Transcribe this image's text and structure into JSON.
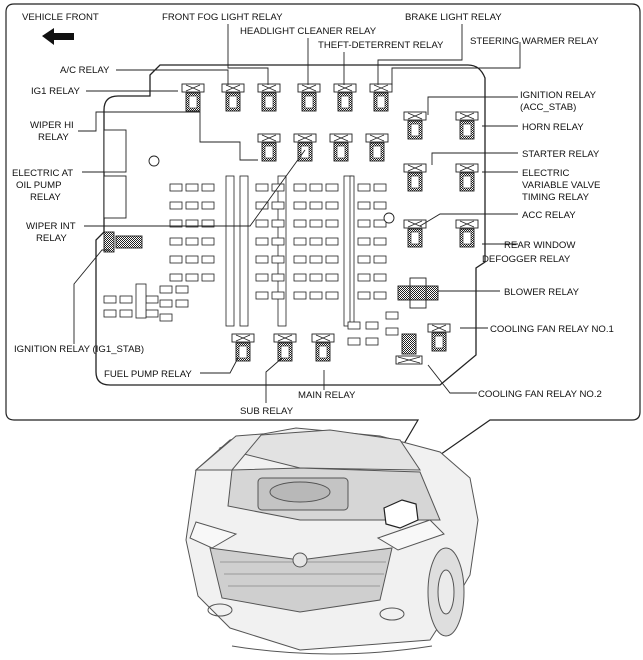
{
  "orientation": {
    "label": "VEHICLE FRONT",
    "arrow_icon": "left-arrow-icon"
  },
  "labels": {
    "front_fog": "FRONT FOG LIGHT RELAY",
    "headlight_cleaner": "HEADLIGHT CLEANER RELAY",
    "brake_light": "BRAKE LIGHT RELAY",
    "theft_deterrent": "THEFT-DETERRENT RELAY",
    "steering_warmer": "STEERING WARMER RELAY",
    "ac": "A/C RELAY",
    "ig1": "IG1 RELAY",
    "ignition_acc_l1": "IGNITION RELAY",
    "ignition_acc_l2": "(ACC_STAB)",
    "wiper_hi_l1": "WIPER HI",
    "wiper_hi_l2": "RELAY",
    "horn": "HORN RELAY",
    "starter": "STARTER RELAY",
    "electric_at_l1": "ELECTRIC AT",
    "electric_at_l2": "OIL PUMP",
    "electric_at_l3": "RELAY",
    "evvt_l1": "ELECTRIC",
    "evvt_l2": "VARIABLE VALVE",
    "evvt_l3": "TIMING RELAY",
    "acc": "ACC RELAY",
    "wiper_int_l1": "WIPER INT",
    "wiper_int_l2": "RELAY",
    "rear_defogger_l1": "REAR WINDOW",
    "rear_defogger_l2": "DEFOGGER RELAY",
    "blower": "BLOWER RELAY",
    "cooling_fan_1": "COOLING FAN RELAY NO.1",
    "ignition_ig1stab": "IGNITION RELAY (IG1_STAB)",
    "fuel_pump": "FUEL PUMP RELAY",
    "main": "MAIN RELAY",
    "cooling_fan_2": "COOLING FAN RELAY NO.2",
    "sub": "SUB RELAY"
  }
}
